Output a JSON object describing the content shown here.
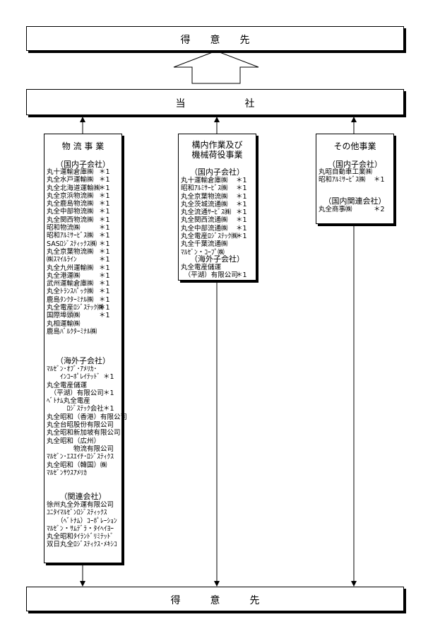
{
  "top_customer": "得　　意　　先",
  "company": "当　　　　　　社",
  "bottom_customer": "得　　　意　　　先",
  "logistics": {
    "title": "物 流 事 業",
    "domestic_heading": "（国内子会社）",
    "domestic": [
      {
        "name": "丸十運輸倉庫㈱",
        "mark": "＊1"
      },
      {
        "name": "丸全水戸運輸㈱",
        "mark": "＊1"
      },
      {
        "name": "丸全北海道運輸㈱",
        "mark": "＊1"
      },
      {
        "name": "丸全京浜物流㈱",
        "mark": "＊1"
      },
      {
        "name": "丸全鹿島物流㈱",
        "mark": "＊1"
      },
      {
        "name": "丸全中部物流㈱",
        "mark": "＊1"
      },
      {
        "name": "丸全関西物流㈱",
        "mark": "＊1"
      },
      {
        "name": "昭和物流㈱",
        "mark": "＊1"
      },
      {
        "name": "昭和ｱﾙﾐｻｰﾋﾞｽ㈱",
        "mark": "＊1"
      },
      {
        "name": "SASﾛｼﾞｽﾃｨｯｸｽ㈱",
        "mark": "＊1"
      },
      {
        "name": "丸全京葉物流㈱",
        "mark": "＊1"
      },
      {
        "name": "㈱ｽﾏｲﾙﾗｲﾝ",
        "mark": "＊1"
      },
      {
        "name": "丸全九州運輸㈱",
        "mark": "＊1"
      },
      {
        "name": "丸全港運㈱",
        "mark": "＊1"
      },
      {
        "name": "武州運輸倉庫㈱",
        "mark": "＊1"
      },
      {
        "name": "丸全ﾄﾗﾝｽﾊﾟｯｸ㈱",
        "mark": "＊1"
      },
      {
        "name": "鹿島ﾀﾝｸﾀｰﾐﾅﾙ㈱",
        "mark": "＊1"
      },
      {
        "name": "丸全電産ﾛｼﾞｽﾃｯｸ㈱",
        "mark": "＊1"
      },
      {
        "name": "国際埠頭㈱",
        "mark": "＊1"
      },
      {
        "name": "丸相運輸㈱",
        "mark": ""
      },
      {
        "name": "鹿島ﾊﾞﾙｸﾀｰﾐﾅﾙ㈱",
        "mark": ""
      }
    ],
    "overseas_heading": "（海外子会社）",
    "overseas": [
      {
        "name": "ﾏﾙｾﾞﾝ･ｵﾌﾞ･ｱﾒﾘｶ･",
        "mark": ""
      },
      {
        "name": "　　ｲﾝｺｰﾎﾟﾚｲﾃｯﾄﾞ",
        "mark": "＊1"
      },
      {
        "name": "丸全電産儲運",
        "mark": ""
      },
      {
        "name": "　（平湖）有限公司",
        "mark": "＊1"
      },
      {
        "name": "ﾍﾞﾄﾅﾑ丸全電産",
        "mark": ""
      },
      {
        "name": "　　　ﾛｼﾞｽﾃｯｸ会社",
        "mark": "＊1"
      },
      {
        "name": "丸全昭和（香港）有限公司",
        "mark": ""
      },
      {
        "name": "丸全台昭股份有限公司",
        "mark": ""
      },
      {
        "name": "丸全昭和新加坡有限公司",
        "mark": ""
      },
      {
        "name": "丸全昭和（広州）",
        "mark": ""
      },
      {
        "name": "　　　　物流有限公司",
        "mark": ""
      },
      {
        "name": "ﾏﾙｾﾞﾝ･ｴｽｴｲﾁ･ﾛｼﾞｽﾃｨｸｽ",
        "mark": ""
      },
      {
        "name": "丸全昭和（韓国）㈱",
        "mark": ""
      },
      {
        "name": "ﾏﾙｾﾞﾝｻｳｽｱﾒﾘｶ",
        "mark": ""
      }
    ],
    "affiliate_heading": "（関連会社）",
    "affiliates": [
      "徐州丸全外運有限公司",
      "ﾕﾆﾀｲﾏﾙｾﾞﾝﾛｼﾞｽﾃｨｯｸｽ",
      "　　（ﾍﾞﾄﾅﾑ）ｺｰﾎﾟﾚｰｼｮﾝ",
      "ﾏﾙｾﾞﾝ・ｻﾑﾃﾞﾗ・ﾀｲﾍｲﾖｰ",
      "丸全昭和ﾀｲﾗﾝﾄﾞﾘﾐﾃｯﾄﾞ",
      "双日丸全ﾛｼﾞｽﾃｨｸｽ･ﾒｷｼｺ"
    ]
  },
  "onsite": {
    "title_line1": "構内作業及び",
    "title_line2": "機械荷役事業",
    "domestic_heading": "（国内子会社）",
    "domestic": [
      {
        "name": "丸十運輸倉庫㈱",
        "mark": "＊1"
      },
      {
        "name": "昭和ｱﾙﾐｻｰﾋﾞｽ㈱",
        "mark": "＊1"
      },
      {
        "name": "丸全京葉物流㈱",
        "mark": "＊1"
      },
      {
        "name": "丸全茨城流通㈱",
        "mark": "＊1"
      },
      {
        "name": "丸全流通ｻｰﾋﾞｽ㈱",
        "mark": "＊1"
      },
      {
        "name": "丸全関西流通㈱",
        "mark": "＊1"
      },
      {
        "name": "丸全中部流通㈱",
        "mark": "＊1"
      },
      {
        "name": "丸全電産ﾛｼﾞｽﾃｯｸ㈱",
        "mark": "＊1"
      },
      {
        "name": "丸全千葉流通㈱",
        "mark": ""
      },
      {
        "name": "ﾏﾙｾﾞﾝ・ｺｰﾌﾟ㈱",
        "mark": ""
      }
    ],
    "overseas_heading": "（海外子会社）",
    "overseas": [
      {
        "name": "丸全電産儲運",
        "mark": ""
      },
      {
        "name": "　（平湖）有限公司",
        "mark": "＊1"
      }
    ]
  },
  "other": {
    "title": "その他事業",
    "domestic_heading": "（国内子会社）",
    "domestic": [
      {
        "name": "丸昭自動車工業㈱",
        "mark": ""
      },
      {
        "name": "昭和ｱﾙﾐｻｰﾋﾞｽ㈱",
        "mark": "＊1"
      }
    ],
    "affiliate_heading": "（国内関連会社）",
    "affiliates": [
      {
        "name": "丸全商事㈱",
        "mark": "＊2"
      }
    ]
  }
}
